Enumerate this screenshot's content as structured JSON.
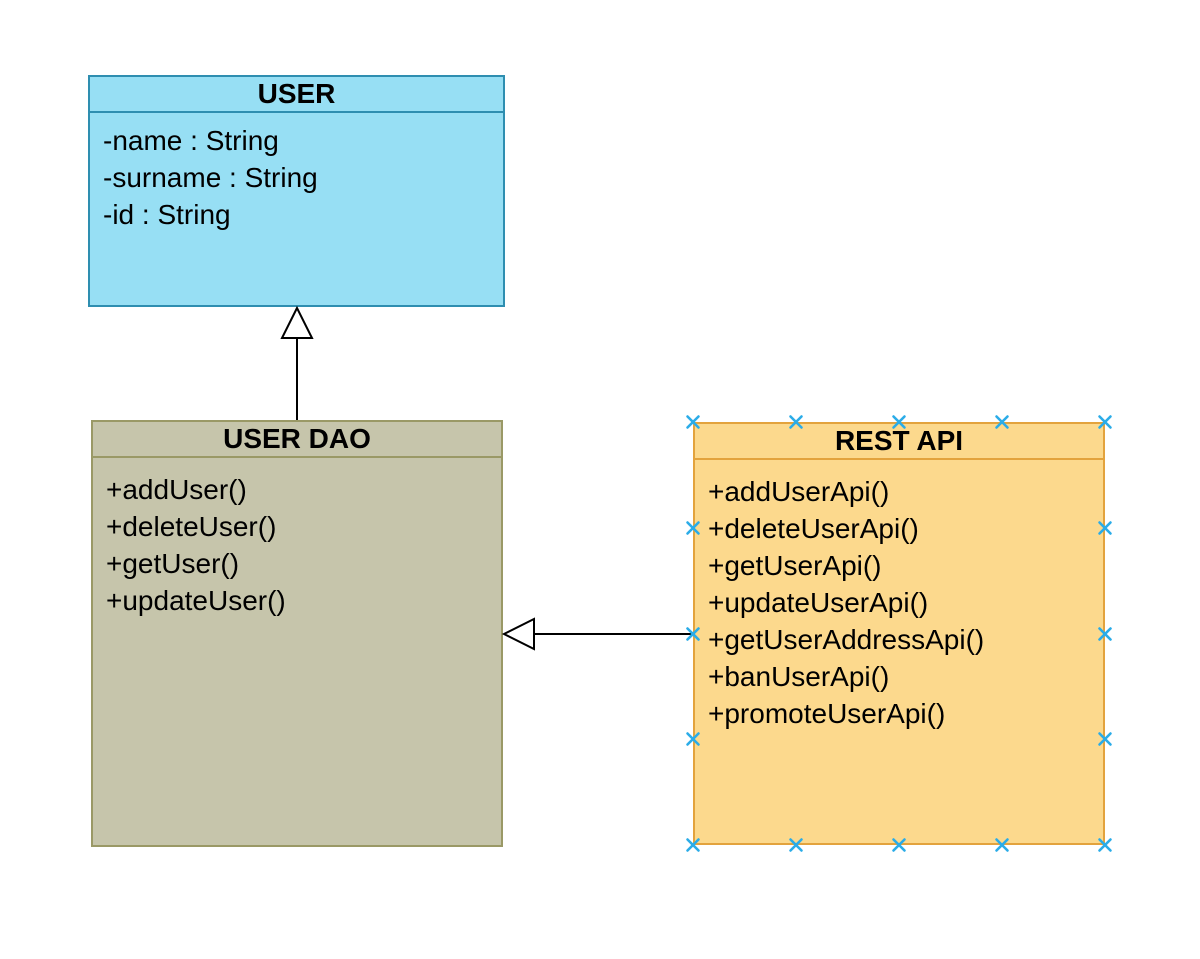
{
  "diagram": {
    "tool_style": "drawio-like uml class diagram on white canvas",
    "classes": [
      {
        "id": "user",
        "title": "USER",
        "members": [
          "-name : String",
          "-surname : String",
          "-id : String"
        ],
        "selected": false
      },
      {
        "id": "user-dao",
        "title": "USER DAO",
        "members": [
          "+addUser()",
          "+deleteUser()",
          "+getUser()",
          "+updateUser()"
        ],
        "selected": false
      },
      {
        "id": "rest-api",
        "title": "REST API",
        "members": [
          "+addUserApi()",
          "+deleteUserApi()",
          "+getUserApi()",
          "+updateUserApi()",
          "+getUserAddressApi()",
          "+banUserApi()",
          "+promoteUserApi()"
        ],
        "selected": true
      }
    ],
    "relationships": [
      {
        "type": "inheritance",
        "from": "USER DAO",
        "to": "USER",
        "arrow": "hollow-triangle-up"
      },
      {
        "type": "inheritance",
        "from": "REST API",
        "to": "USER DAO",
        "arrow": "hollow-triangle-left"
      }
    ],
    "selection": {
      "target": "rest-api",
      "handle_glyph": "x",
      "handle_count": 16
    }
  },
  "colors": {
    "canvas-bg": "#ffffff",
    "user-fill": "#97DFF4",
    "user-stroke": "#2E8EB0",
    "dao-fill": "#C6C5AB",
    "dao-stroke": "#9A9966",
    "api-fill": "#FCD98D",
    "api-stroke": "#E3A33D",
    "edge-color": "#000000",
    "handle-color": "#2BACE8",
    "text-color": "#000000"
  }
}
